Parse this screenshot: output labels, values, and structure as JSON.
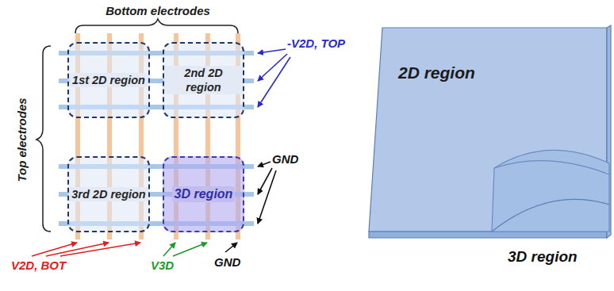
{
  "diagram": {
    "nodes": [
      {
        "text": [
          "1st 2D region"
        ]
      },
      {
        "text": [
          "2nd 2D region"
        ]
      },
      {
        "text": [
          "3rd 2D region"
        ]
      },
      {
        "text": [
          "3D region"
        ]
      },
      {
        "text": [
          "2D region"
        ]
      }
    ],
    "labels": [
      "Bottom electrodes",
      "Top electrodes",
      "-V2D, TOP",
      "GND",
      "V2D, BOT",
      "V3D",
      "GND",
      "3D region"
    ]
  }
}
